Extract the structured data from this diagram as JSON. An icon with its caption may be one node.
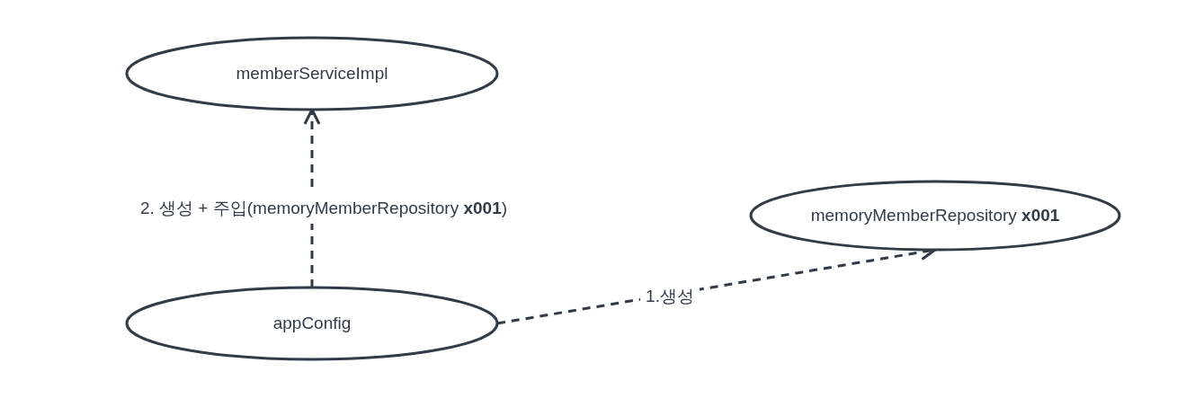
{
  "diagram": {
    "nodes": [
      {
        "text": [
          "memberServiceImpl"
        ]
      },
      {
        "text": [
          "memoryMemberRepository **x001**"
        ]
      },
      {
        "text": [
          "appConfig"
        ]
      }
    ],
    "edges": [
      {
        "from": 2,
        "to": 0,
        "arrow": "to",
        "style": "dashed",
        "label": "2. 생성 + 주입(memoryMemberRepository **x001**)"
      },
      {
        "from": 2,
        "to": 1,
        "arrow": "to",
        "style": "dashed",
        "label": "1.생성"
      }
    ]
  }
}
